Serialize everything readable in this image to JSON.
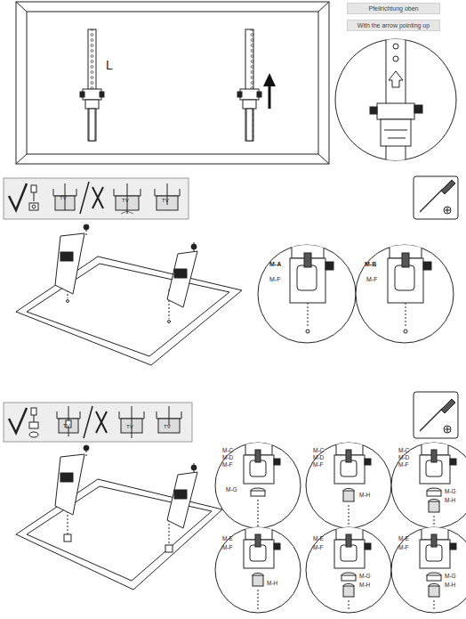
{
  "diagram": {
    "nodes": [
      {
        "text": [
          "Pfeilrichtung oben"
        ]
      },
      {
        "text": [
          "With the arrow pointing up"
        ]
      }
    ],
    "labels": [
      "L",
      "TV",
      "TV",
      "TV",
      "M-A",
      "M-F",
      "M-B",
      "M-F",
      "TV",
      "TV",
      "TV",
      "M-C",
      "M-D",
      "M-F",
      "M-G",
      "M-C",
      "M-D",
      "M-F",
      "M-H",
      "M-C",
      "M-D",
      "M-F",
      "M-G",
      "M-H",
      "M-E",
      "M-F",
      "M-H",
      "M-E",
      "M-F",
      "M-G",
      "M-H",
      "M-E",
      "M-F",
      "M-G",
      "M-H"
    ]
  }
}
